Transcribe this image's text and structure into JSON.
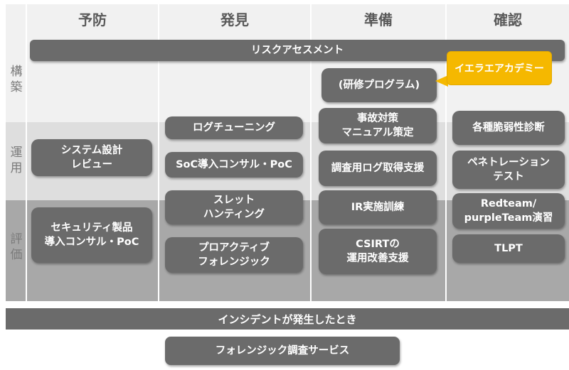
{
  "columns": [
    "予防",
    "発見",
    "準備",
    "確認"
  ],
  "rows": {
    "build": [
      "構",
      "築"
    ],
    "ops": [
      "運",
      "用"
    ],
    "eval": [
      "評",
      "価"
    ]
  },
  "top_bar": "リスクアセスメント",
  "callout": "イエラエアカデミー",
  "boxes": {
    "yobou": [
      [
        "システム設計",
        "レビュー"
      ],
      [
        "セキュリティ製品",
        "導入コンサル・PoC"
      ]
    ],
    "hakken": [
      [
        "ログチューニング"
      ],
      [
        "SoC導入コンサル・PoC"
      ],
      [
        "スレット",
        "ハンティング"
      ],
      [
        "プロアクティブ",
        "フォレンジック"
      ]
    ],
    "junbi": [
      [
        "(研修プログラム)"
      ],
      [
        "事故対策",
        "マニュアル策定"
      ],
      [
        "調査用ログ取得支援"
      ],
      [
        "IR実施訓練"
      ],
      [
        "CSIRTの",
        "運用改善支援"
      ]
    ],
    "kakunin": [
      [
        "各種脆弱性診断"
      ],
      [
        "ペネトレーション",
        "テスト"
      ],
      [
        "Redteam/",
        "purpleTeam演習"
      ],
      [
        "TLPT"
      ]
    ]
  },
  "incident_bar": "インシデントが発生したとき",
  "forensic_button": "フォレンジック調査サービス",
  "colors": {
    "box": "#6b6b6b",
    "callout": "#f5b800",
    "band_build": "#f1f1f1",
    "band_ops": "#dedede",
    "band_eval": "#a8a8a8"
  }
}
